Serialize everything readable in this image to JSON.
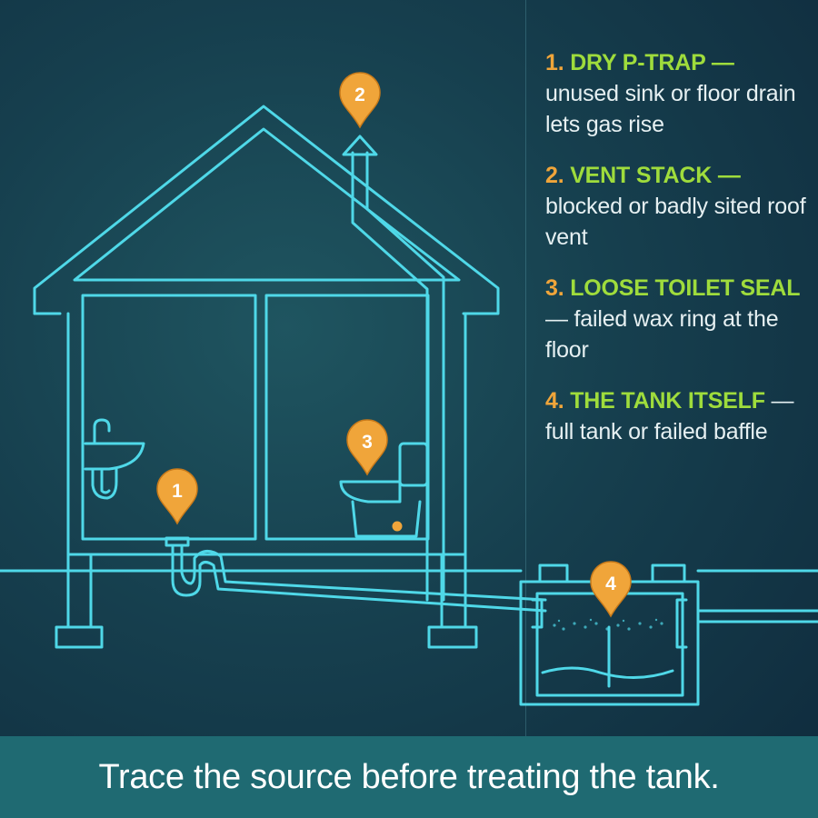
{
  "markers": [
    {
      "id": "1",
      "label": "1"
    },
    {
      "id": "2",
      "label": "2"
    },
    {
      "id": "3",
      "label": "3"
    },
    {
      "id": "4",
      "label": "4"
    }
  ],
  "legend": [
    {
      "number": "1.",
      "title": "DRY P-TRAP —",
      "desc": "unused sink or floor drain lets gas rise"
    },
    {
      "number": "2.",
      "title": "VENT STACK —",
      "desc": "blocked or badly sited roof vent"
    },
    {
      "number": "3.",
      "title": "LOOSE TOILET SEAL",
      "desc": "— failed wax ring at the floor"
    },
    {
      "number": "4.",
      "title": "THE TANK ITSELF",
      "desc": "— full tank or failed baffle"
    }
  ],
  "footer": {
    "text": "Trace the source before treating the tank."
  },
  "colors": {
    "line": "#4fd8e8",
    "marker": "#f0a53a",
    "number": "#f0a53a",
    "title": "#9fdc3c",
    "footer_bg": "#1f6a72"
  }
}
